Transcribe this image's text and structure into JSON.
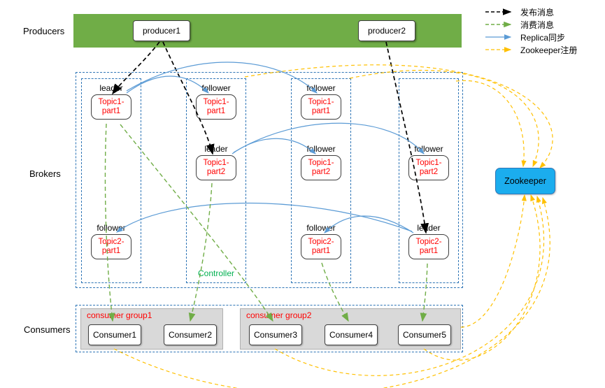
{
  "sections": {
    "producers": "Producers",
    "brokers": "Brokers",
    "consumers": "Consumers"
  },
  "producers": [
    {
      "label": "producer1"
    },
    {
      "label": "producer2"
    }
  ],
  "brokers": {
    "controller": "Controller",
    "columns": [
      {
        "cells": [
          {
            "role": "leader",
            "topic": "Topic1-part1"
          },
          {
            "role": "follower",
            "topic": "Topic2-part1"
          }
        ]
      },
      {
        "cells": [
          {
            "role": "follower",
            "topic": "Topic1-part1"
          },
          {
            "role": "leader",
            "topic": "Topic1-part2"
          }
        ]
      },
      {
        "cells": [
          {
            "role": "follower",
            "topic": "Topic1-part1"
          },
          {
            "role": "follower",
            "topic": "Topic1-part2"
          },
          {
            "role": "follower",
            "topic": "Topic2-part1"
          }
        ]
      },
      {
        "cells": [
          {
            "role": "follower",
            "topic": "Topic1-part2"
          },
          {
            "role": "leader",
            "topic": "Topic2-part1"
          }
        ]
      }
    ]
  },
  "consumer_groups": [
    {
      "title": "consumer group1",
      "consumers": [
        "Consumer1",
        "Consumer2"
      ]
    },
    {
      "title": "consumer group2",
      "consumers": [
        "Consumer3",
        "Consumer4",
        "Consumer5"
      ]
    }
  ],
  "zookeeper": {
    "label": "Zookeeper"
  },
  "legend": [
    {
      "label": "发布消息"
    },
    {
      "label": "消费消息"
    },
    {
      "label": "Replica同步"
    },
    {
      "label": "Zookeeper注册"
    }
  ],
  "colors": {
    "producer_bar": "#70ad47",
    "broker_border": "#2e75b6",
    "topic_text": "#ff0000",
    "controller_text": "#00b050",
    "consumer_group_bg": "#d9d9d9",
    "zookeeper_bg": "#1badee",
    "arrow_publish": "#000000",
    "arrow_consume": "#70ad47",
    "arrow_replica": "#5b9bd5",
    "arrow_zookeeper": "#ffc000"
  }
}
